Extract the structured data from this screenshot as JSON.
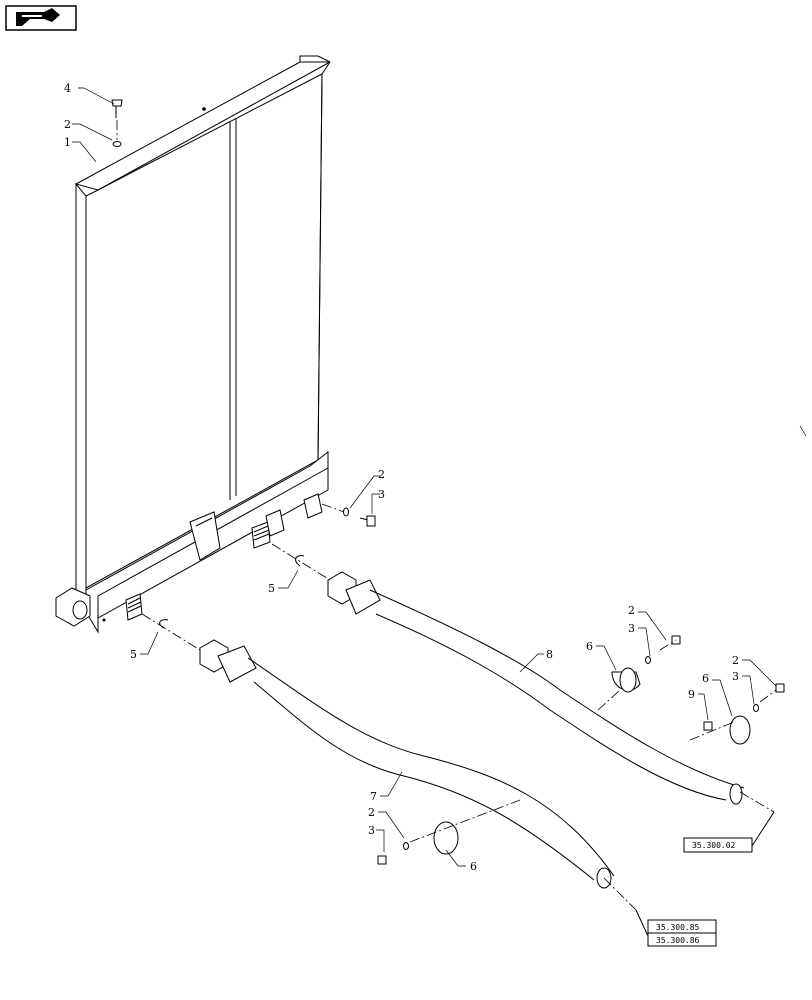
{
  "nav_icon": "return-arrow-icon",
  "callouts": {
    "c4": "4",
    "c2_top": "2",
    "c1": "1",
    "c2_right": "2",
    "c3_right": "3",
    "c5_upper": "5",
    "c5_lower": "5",
    "c8": "8",
    "c6_mid": "6",
    "c2_clampA": "2",
    "c3_clampA": "3",
    "c2_clampB": "2",
    "c3_clampB": "3",
    "c9": "9",
    "c6_right": "6",
    "c7": "7",
    "c2_bottom": "2",
    "c3_bottom": "3",
    "c6_bottom": "6"
  },
  "references": {
    "ref_upper": "35.300.02",
    "ref_lower_a": "35.300.85",
    "ref_lower_b": "35.300.86"
  }
}
